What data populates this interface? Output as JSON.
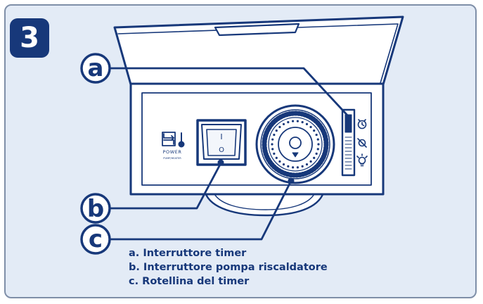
{
  "step_number": "3",
  "callouts": {
    "a": "a",
    "b": "b",
    "c": "c"
  },
  "device": {
    "switch_on_symbol": "I",
    "switch_off_symbol": "O",
    "power_label": "POWER",
    "power_sublabel": "PUMP/HEATER",
    "icons": {
      "power": "power-cycle-icon",
      "heater": "thermometer-icon",
      "timer_mode": "alarm-clock-icon",
      "off_mode": "crossed-out-icon",
      "on_mode": "light-bulb-icon"
    }
  },
  "legend": [
    "a. Interruttore timer",
    "b. Interruttore pompa riscaldatore",
    "c.  Rotellina del timer"
  ],
  "colors": {
    "line": "#17387a",
    "panel_background": "#e3ebf6",
    "badge": "#17387a",
    "device_fill": "#ffffff"
  }
}
